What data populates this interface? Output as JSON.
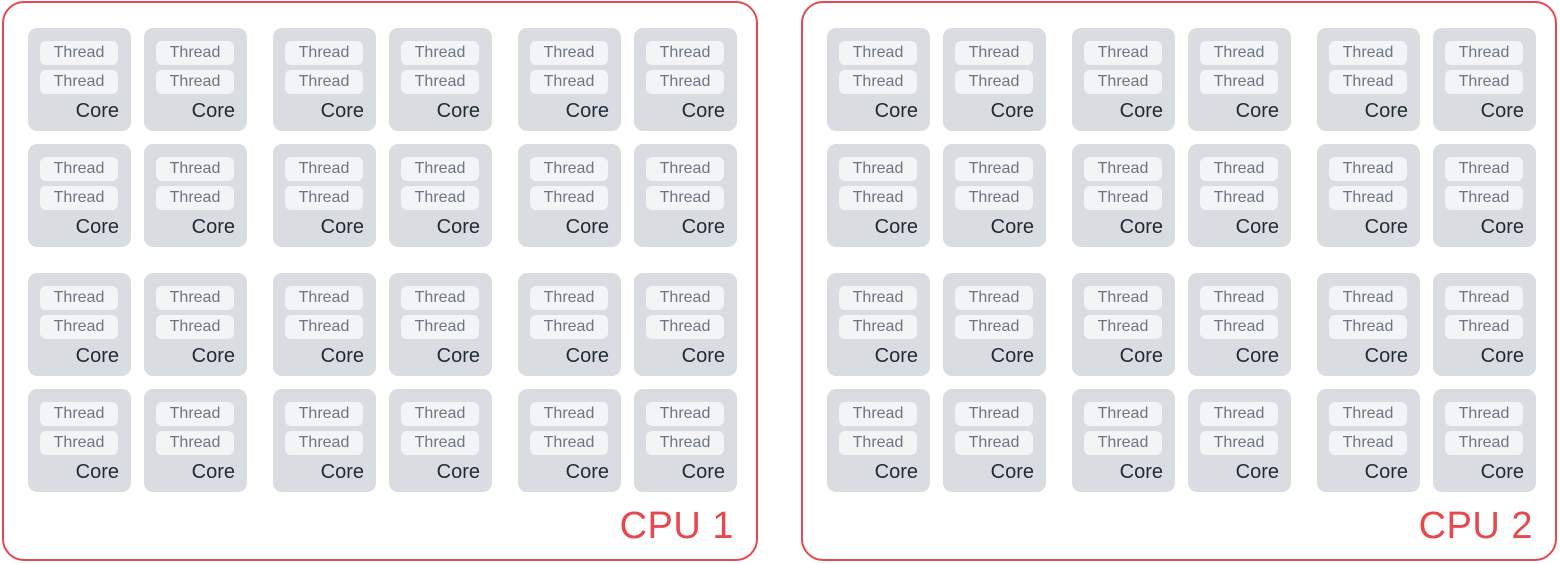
{
  "colors": {
    "cpu_border": "#e5484d",
    "core_fill": "#d9dde1",
    "thread_fill": "#f2f4f6",
    "thread_text": "#6b7682",
    "core_text": "#1f2a35"
  },
  "labels": {
    "thread": "Thread",
    "core": "Core"
  },
  "cpus": [
    {
      "label": "CPU 1",
      "core_count": 24,
      "threads_per_core": 2
    },
    {
      "label": "CPU 2",
      "core_count": 24,
      "threads_per_core": 2
    }
  ]
}
